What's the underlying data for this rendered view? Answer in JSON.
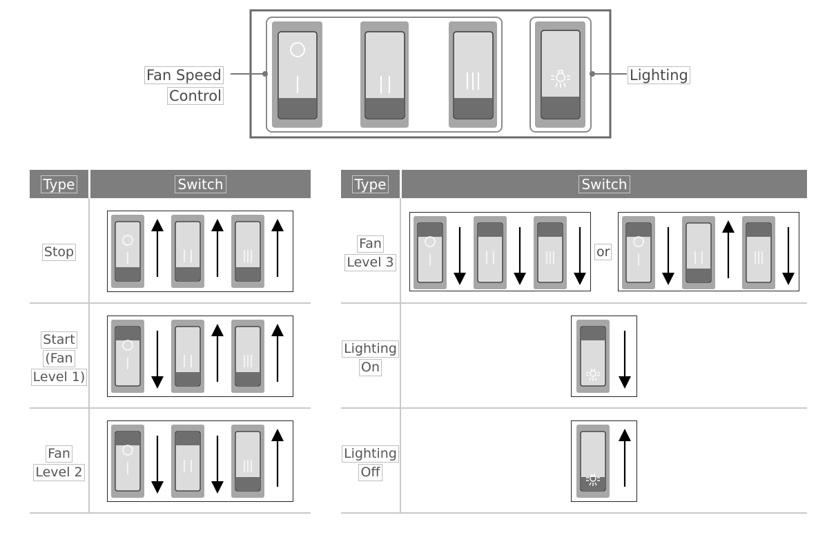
{
  "top_panel": {
    "fan_speed_label_line1": "Fan Speed",
    "fan_speed_label_line2": "Control",
    "lighting_label": "Lighting",
    "switch_glyphs": [
      "circle",
      "I",
      "II",
      "III",
      "bulb"
    ]
  },
  "left_table": {
    "header_type": "Type",
    "header_switch": "Switch",
    "rows": [
      {
        "type_lines": [
          "Stop"
        ],
        "positions": [
          "up",
          "up",
          "up"
        ]
      },
      {
        "type_lines": [
          "Start",
          "(Fan",
          "Level 1)"
        ],
        "positions": [
          "down",
          "up",
          "up"
        ]
      },
      {
        "type_lines": [
          "Fan",
          "Level 2"
        ],
        "positions": [
          "down",
          "down",
          "up"
        ]
      }
    ]
  },
  "right_table": {
    "header_type": "Type",
    "header_switch": "Switch",
    "rows": [
      {
        "type_lines": [
          "Fan",
          "Level 3"
        ],
        "option_a": [
          "down",
          "down",
          "down"
        ],
        "or_text": "or",
        "option_b": [
          "down",
          "up",
          "down"
        ]
      },
      {
        "type_lines": [
          "Lighting",
          "On"
        ],
        "positions": [
          "down"
        ]
      },
      {
        "type_lines": [
          "Lighting",
          "Off"
        ],
        "positions": [
          "up"
        ]
      }
    ]
  },
  "colors": {
    "switch_body": "#a7a7a7",
    "rocker": "#dcdcdc",
    "rocker_pressed": "#6e6e6e",
    "header_bg": "#7e7e7e"
  }
}
